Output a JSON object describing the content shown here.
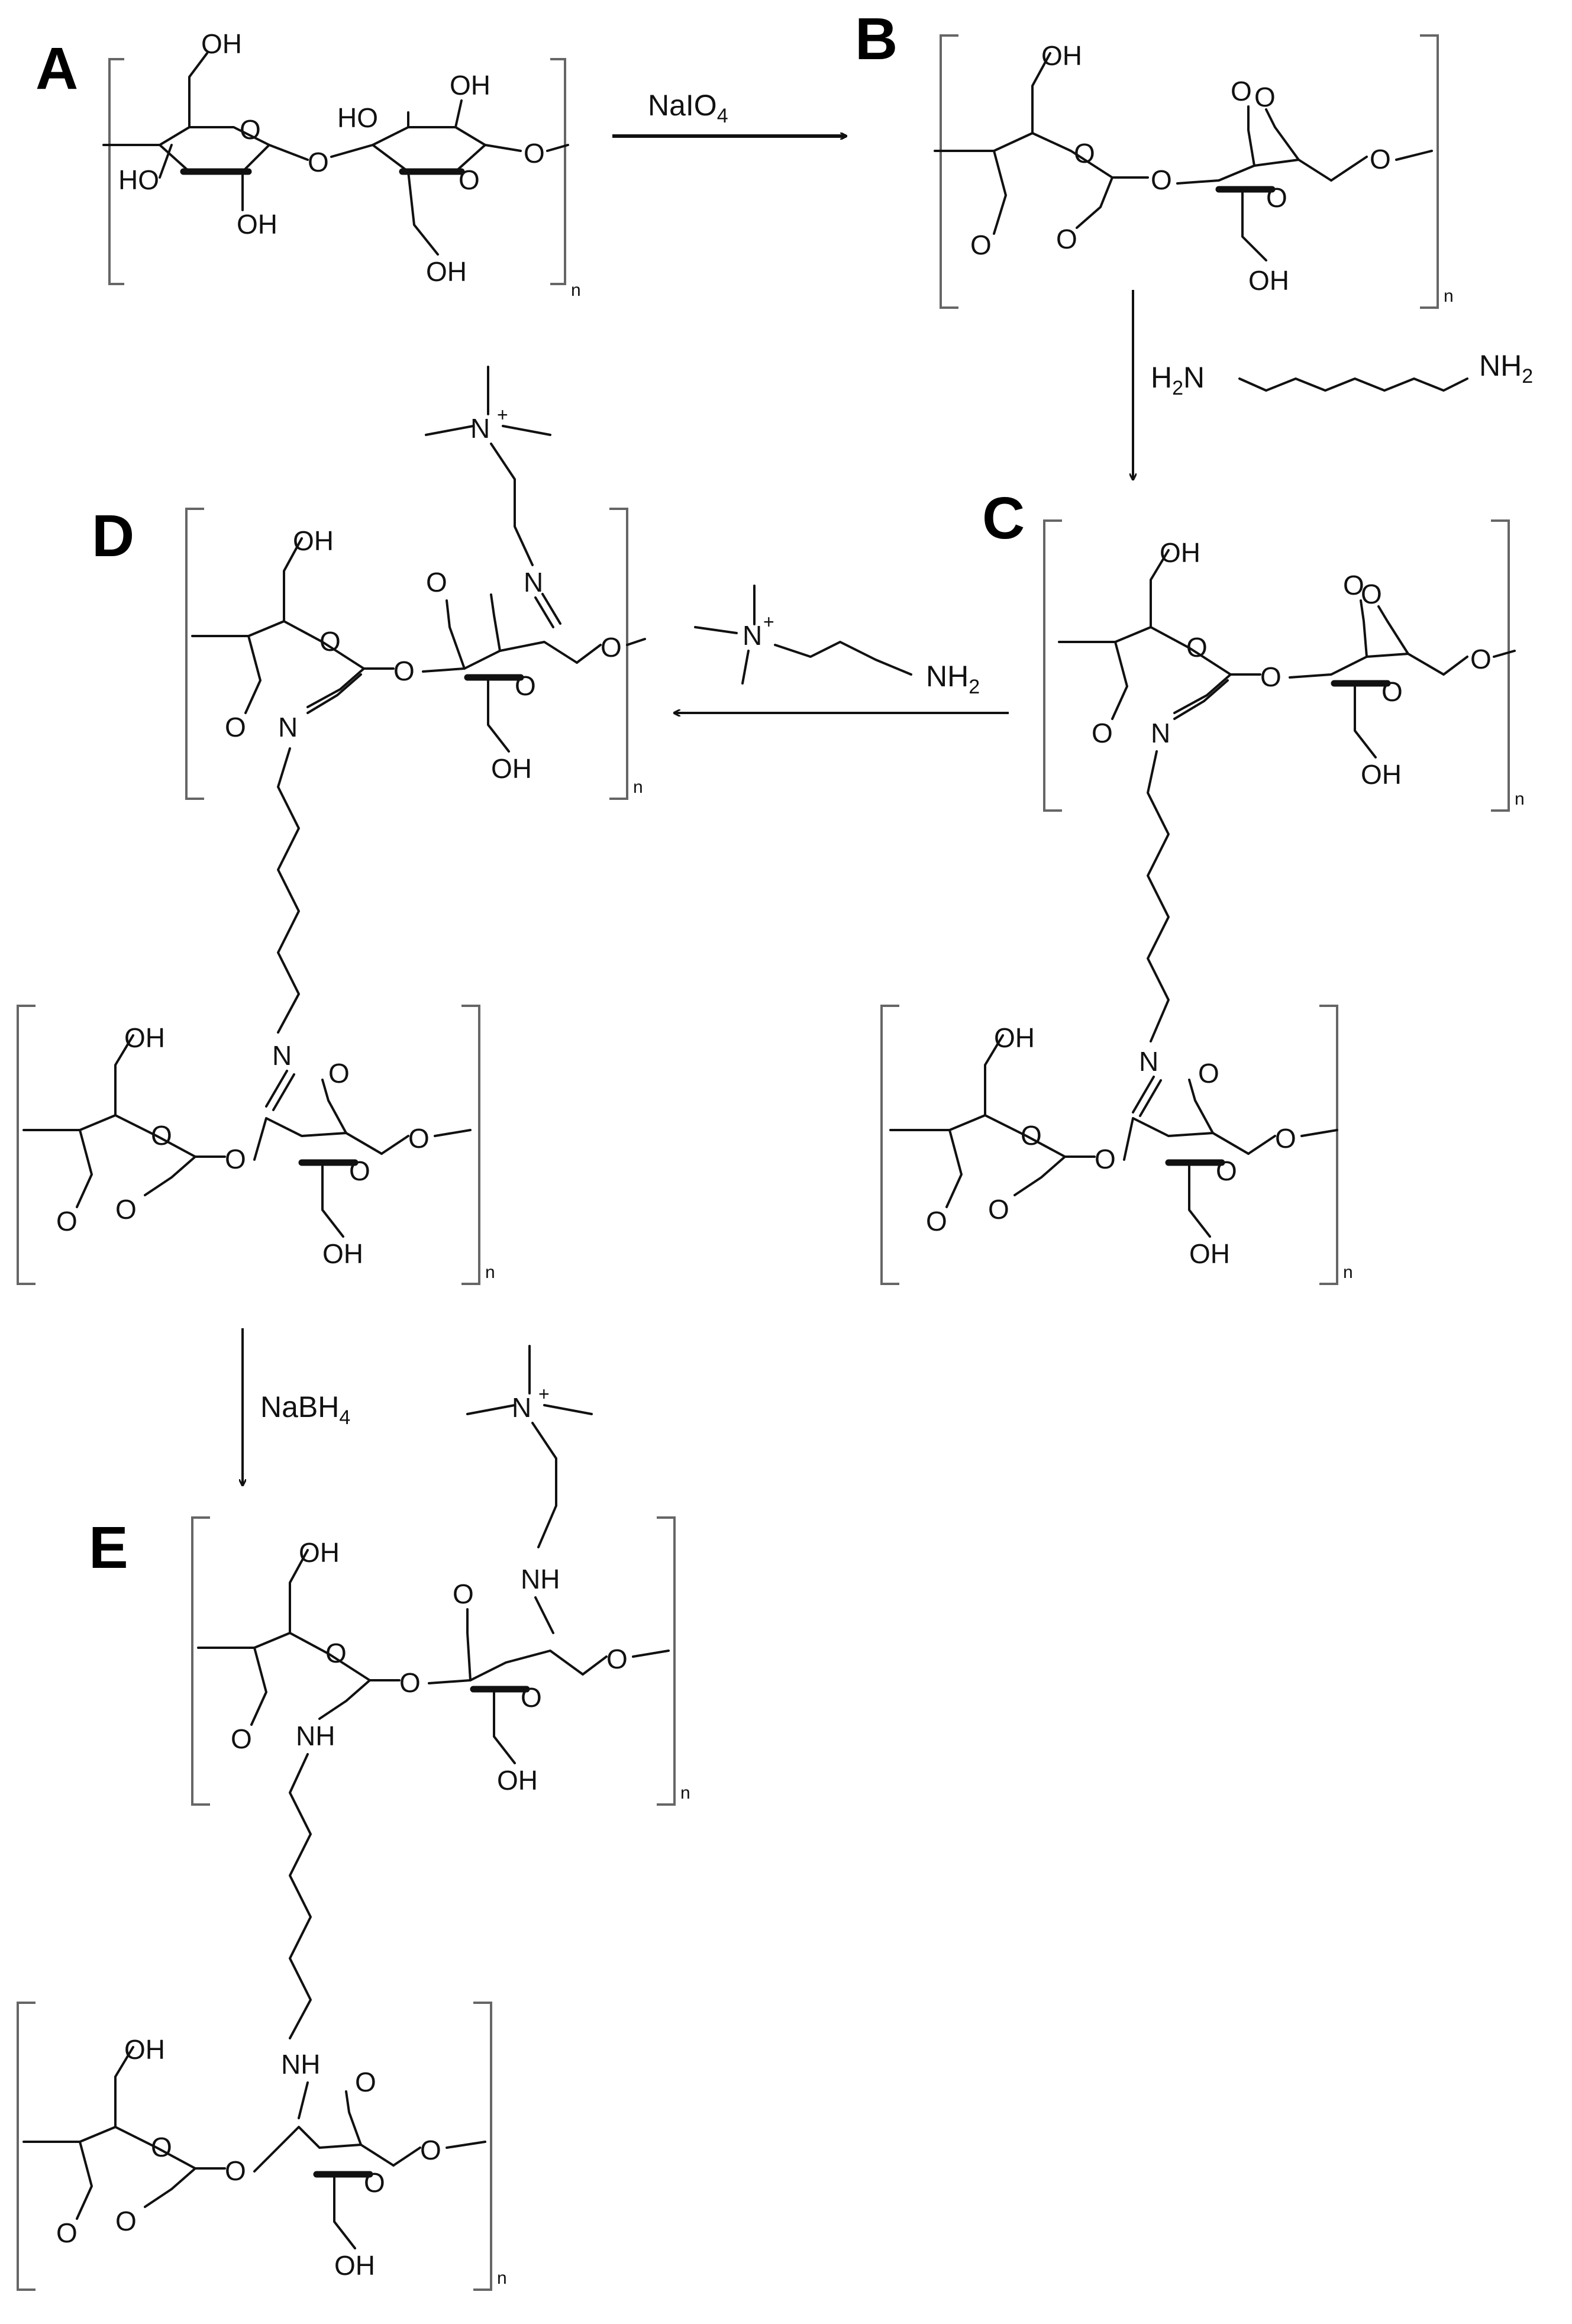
{
  "panels": {
    "a": "A",
    "b": "B",
    "c": "C",
    "d": "D",
    "e": "E"
  },
  "atoms": {
    "oh": "OH",
    "ho": "HO",
    "o": "O",
    "n": "N",
    "nh": "NH",
    "n_plus": "N",
    "plus": "+",
    "repeat_n": "n"
  },
  "reagents": {
    "periodate": {
      "main": "NaIO",
      "sub": "4"
    },
    "diamine": {
      "left_main": "H",
      "left_sub": "2",
      "left_end": "N",
      "right_main": "NH",
      "right_sub": "2"
    },
    "choline_amine": {
      "main": "NH",
      "sub": "2"
    },
    "borohydride": {
      "main": "NaBH",
      "sub": "4"
    }
  },
  "colors": {
    "ink": "#111111",
    "bracket": "#666666"
  }
}
